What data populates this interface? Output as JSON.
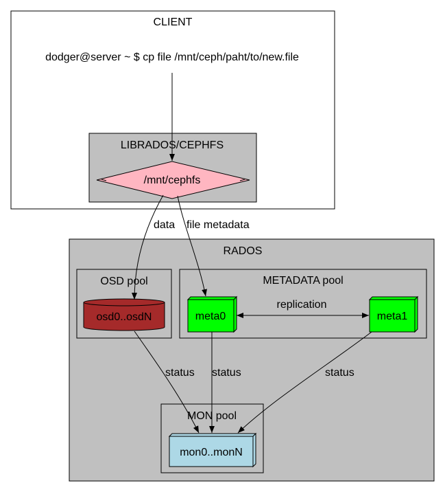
{
  "client": {
    "title": "CLIENT",
    "command": "dodger@server ~ $ cp file /mnt/ceph/paht/to/new.file"
  },
  "librados": {
    "title": "LIBRADOS/CEPHFS",
    "mount": "/mnt/cephfs"
  },
  "edges": {
    "data": "data",
    "file_metadata": "file metadata",
    "replication": "replication",
    "status": "status"
  },
  "rados": {
    "title": "RADOS",
    "osd_pool": {
      "title": "OSD pool",
      "node": "osd0..osdN"
    },
    "metadata_pool": {
      "title": "METADATA pool",
      "node0": "meta0",
      "node1": "meta1"
    },
    "mon_pool": {
      "title": "MON pool",
      "node": "mon0..monN"
    }
  },
  "colors": {
    "cluster_fill": "#c0c0c0",
    "diamond": "#ffb6c1",
    "osd": "#a52a2a",
    "meta": "#00ff00",
    "mon": "#add8e6"
  }
}
